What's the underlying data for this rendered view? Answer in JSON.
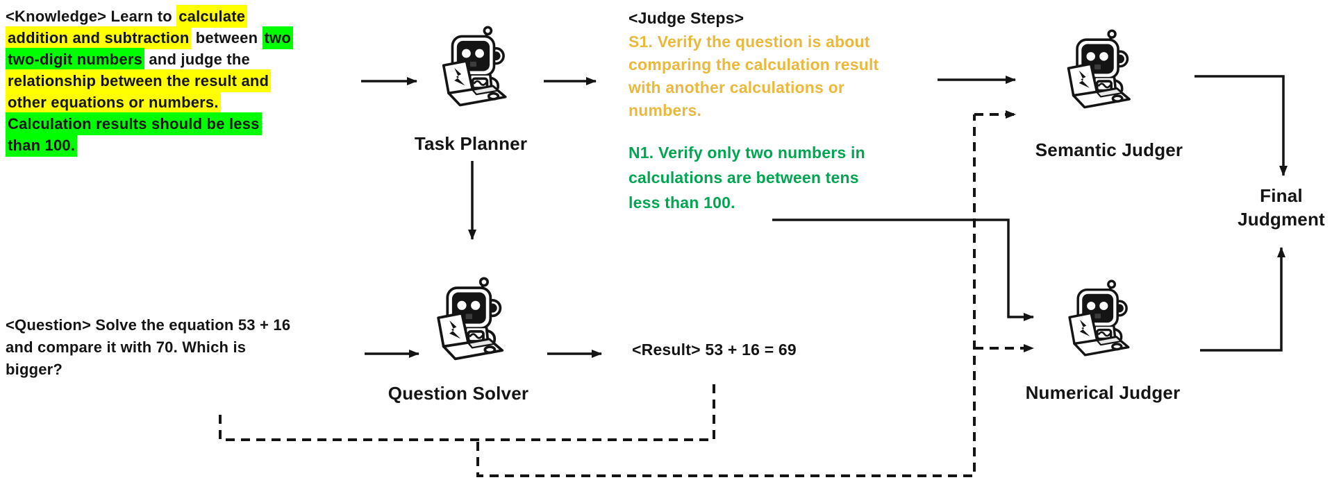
{
  "colors": {
    "background": "#FFFFFF",
    "text": "#141414",
    "highlight_yellow": "#FFFF00",
    "highlight_green": "#00FF00",
    "s1_text": "#E9B83D",
    "n1_text": "#00A551"
  },
  "knowledge": {
    "segments": [
      {
        "text": "<Knowledge> Learn to ",
        "highlight": "none"
      },
      {
        "text": "calculate",
        "highlight": "yellow"
      },
      {
        "text": "addition and subtraction",
        "highlight": "yellow"
      },
      {
        "text": " between ",
        "highlight": "none"
      },
      {
        "text": "two",
        "highlight": "green"
      },
      {
        "text": "two-digit numbers",
        "highlight": "green"
      },
      {
        "text": " and judge the",
        "highlight": "none"
      },
      {
        "text": "relationship between the result and",
        "highlight": "yellow"
      },
      {
        "text": "other equations or numbers.",
        "highlight": "yellow"
      },
      {
        "text": "Calculation results should be less",
        "highlight": "green"
      },
      {
        "text": "than 100.",
        "highlight": "green"
      }
    ]
  },
  "question": {
    "lines": [
      "<Question> Solve the equation 53 + 16",
      "and compare it with 70. Which is",
      "bigger?"
    ]
  },
  "result": {
    "text": "<Result> 53 + 16 = 69"
  },
  "judge_steps": {
    "heading": "<Judge Steps>",
    "s1_lines": [
      "S1. Verify the question is about",
      "comparing the calculation result",
      "with another calculations or",
      "numbers."
    ],
    "n1_lines": [
      "N1. Verify only two numbers in",
      "calculations are between tens",
      "less than 100."
    ]
  },
  "nodes": {
    "task_planner": {
      "label": "Task Planner",
      "icon": "robot-at-laptop-icon"
    },
    "question_solver": {
      "label": "Question Solver",
      "icon": "robot-at-laptop-icon"
    },
    "semantic_judger": {
      "label": "Semantic Judger",
      "icon": "robot-at-laptop-icon"
    },
    "numerical_judger": {
      "label": "Numerical Judger",
      "icon": "robot-at-laptop-icon"
    },
    "final_judgment": {
      "label_line1": "Final",
      "label_line2": "Judgment"
    }
  }
}
